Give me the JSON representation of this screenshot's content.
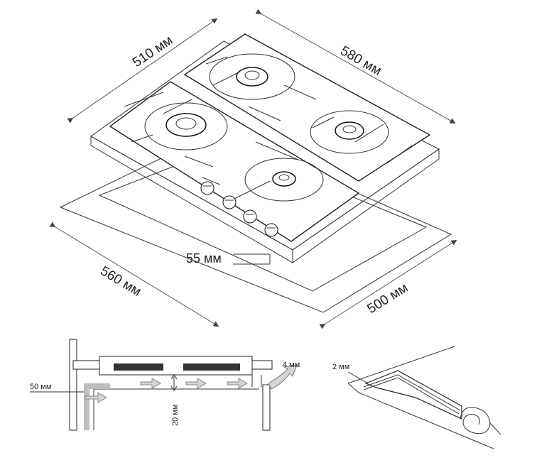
{
  "labels": {
    "width_top": "510 мм",
    "depth_top": "580 мм",
    "cutout_width": "560 мм",
    "cutout_depth": "500 мм",
    "height": "55 мм",
    "gap_left": "50 мм",
    "gap_right": "4 мм",
    "gap_bottom": "20 мм",
    "seal": "2 мм"
  },
  "colors": {
    "line": "#222222",
    "arrow_fill": "#d4d4d4",
    "arrow_stroke": "#888888",
    "cabinet": "#bdbdbd"
  }
}
